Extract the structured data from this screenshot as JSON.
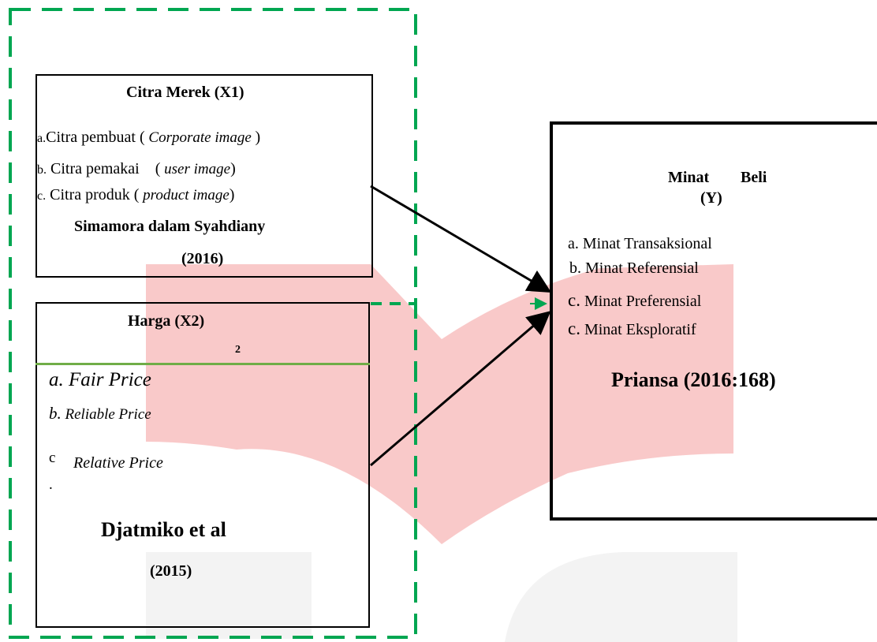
{
  "x1": {
    "title": "Citra Merek (X1)",
    "items": [
      {
        "marker": "a.",
        "text": "Citra pembuat (",
        "italic": " Corporate image ",
        "close": ")"
      },
      {
        "marker": "b.",
        "text": " Citra pemakai    (",
        "italic": " user image",
        "close": ")"
      },
      {
        "marker": "c.",
        "text": " Citra produk (",
        "italic": " product image",
        "close": ")"
      }
    ],
    "source_line1": "Simamora dalam Syahdiany",
    "source_line2": "(2016)"
  },
  "x2": {
    "title": "Harga (X2)",
    "subscript": "2",
    "items": [
      {
        "marker": "a.",
        "text": " Fair Price"
      },
      {
        "marker": "b.",
        "text": " Reliable Price"
      },
      {
        "marker": "c",
        "text": "Relative Price"
      }
    ],
    "dot": ".",
    "source_line1": "Djatmiko et al",
    "source_line2": "(2015)"
  },
  "y": {
    "title_word1": "Minat",
    "title_word2": "Beli",
    "title_line2": "(Y)",
    "items": [
      {
        "marker": "a.",
        "text": " Minat Transaksional"
      },
      {
        "marker": "b.",
        "text": " Minat Referensial"
      },
      {
        "marker": "c.",
        "text": " Minat Preferensial"
      },
      {
        "marker": "c.",
        "text": " Minat Eksploratif"
      }
    ],
    "source": "Priansa (2016:168)"
  },
  "colors": {
    "dashed_border": "#00a651",
    "watermark": "#f8c3c3",
    "watermark_gray": "#f3f3f3",
    "arrow": "#000000",
    "green_line": "#70ad47"
  }
}
